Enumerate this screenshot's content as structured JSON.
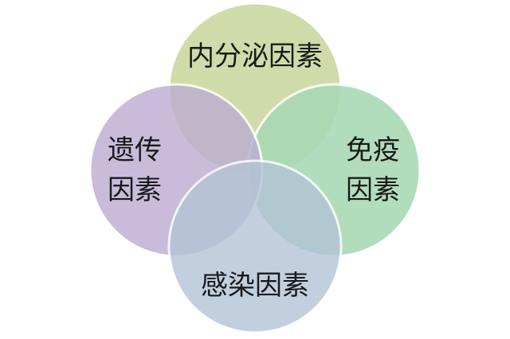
{
  "diagram": {
    "circles": [
      {
        "id": "endocrine",
        "lines": [
          "内分泌因素"
        ],
        "fill": "#cfdca9"
      },
      {
        "id": "immune",
        "lines": [
          "免疫",
          "因素"
        ],
        "fill": "#a8d9b4"
      },
      {
        "id": "genetic",
        "lines": [
          "遗传",
          "因素"
        ],
        "fill": "#bdaed2"
      },
      {
        "id": "infection",
        "lines": [
          "感染因素"
        ],
        "fill": "#b3c4d6"
      }
    ],
    "overlap_color": "#7b8dad",
    "outline_color": "#ffffff"
  }
}
